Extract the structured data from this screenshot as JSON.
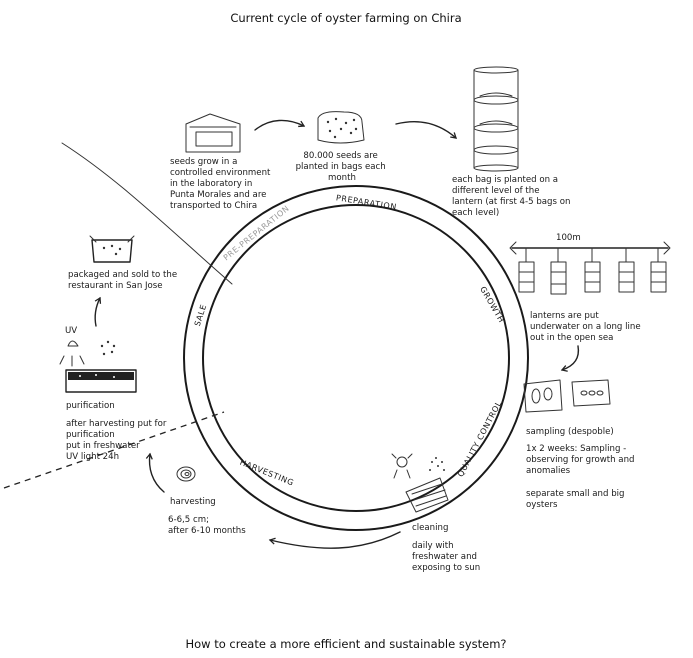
{
  "title": "Current cycle of oyster farming on Chira",
  "question": "How to create a more efficient and sustainable system?",
  "stages": {
    "pre_preparation": "PRE-PREPARATION",
    "preparation": "PREPARATION",
    "growth": "GROWTH",
    "quality_control": "QUALITY CONTROL",
    "harvesting": "HARVESTING",
    "sale": "SALE"
  },
  "steps": {
    "seeds_lab": [
      "seeds grow in a",
      "controlled environment",
      "in the laboratory in",
      "Punta Morales and are",
      "transported to Chira"
    ],
    "planted": [
      "80.000 seeds are",
      "planted in bags each",
      "month"
    ],
    "levels": [
      "each bag is planted on a",
      "different level of the",
      "lantern (at first 4-5 bags on",
      "each level)"
    ],
    "longline_label": "100m",
    "lanterns": [
      "lanterns are put",
      "underwater on a long line",
      "out in the open sea"
    ],
    "sampling_title": "sampling (despoble)",
    "sampling_body": [
      "1x 2 weeks: Sampling -",
      "observing for growth and",
      "anomalies"
    ],
    "separate": [
      "separate small and big",
      "oysters"
    ],
    "cleaning_title": "cleaning",
    "cleaning_body": [
      "daily with",
      "freshwater and",
      "exposing to sun"
    ],
    "harvesting_title": "harvesting",
    "harvesting_body": [
      "6-6,5 cm;",
      "after 6-10 months"
    ],
    "purification_title": "purification",
    "purification_body": [
      "after harvesting put for",
      "purification",
      "put in freshwater",
      "UV light 24h"
    ],
    "uv_label": "UV",
    "packaged": [
      "packaged and sold to the",
      "restaurant in San Jose"
    ]
  }
}
